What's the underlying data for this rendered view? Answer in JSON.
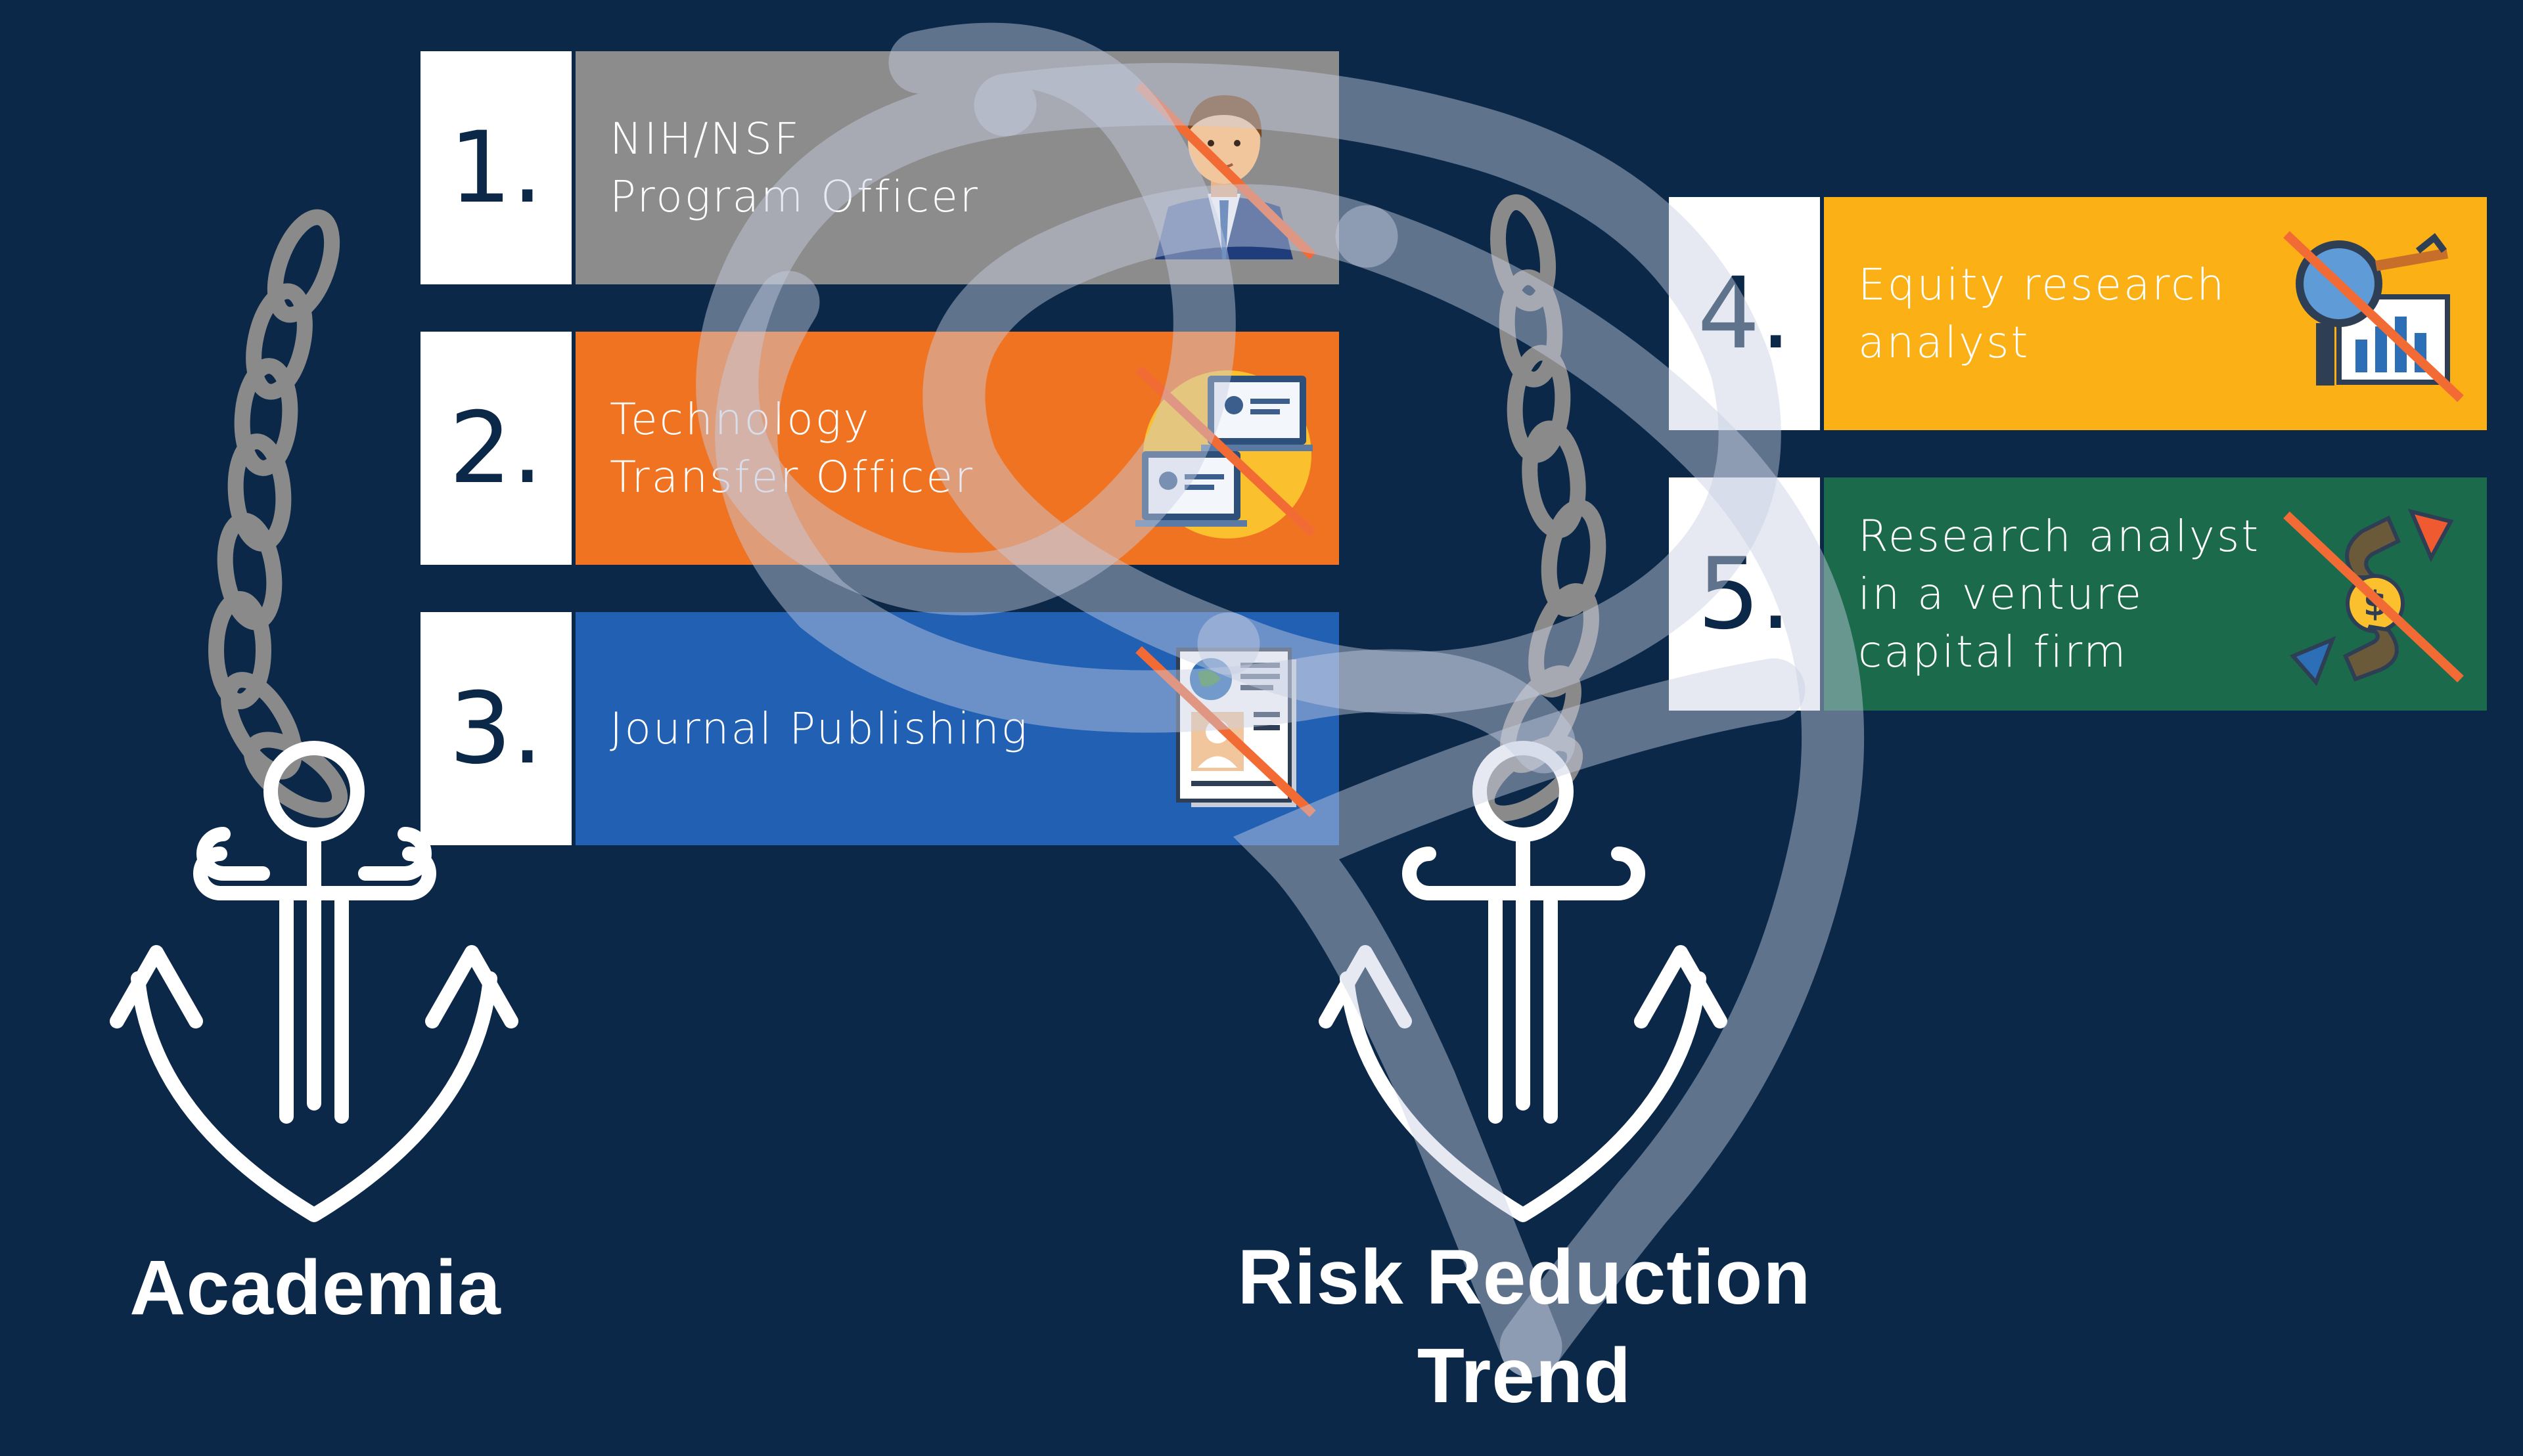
{
  "colors": {
    "background": "#0b2848",
    "card_1": "#8c8c8c",
    "card_2": "#f07322",
    "card_3": "#2160b2",
    "card_4": "#fbb116",
    "card_5": "#1b6a4b",
    "strike": "#f26b35",
    "knot_rope": "#b8bfd6",
    "chain": "#8a8a8a"
  },
  "cards": [
    {
      "number": "1.",
      "label": "NIH/NSF\nProgram Officer",
      "icon": "businessman-icon"
    },
    {
      "number": "2.",
      "label": "Technology\nTransfer Officer",
      "icon": "video-call-icon"
    },
    {
      "number": "3.",
      "label": "Journal Publishing",
      "icon": "newspaper-icon"
    },
    {
      "number": "4.",
      "label": "Equity research\nanalyst",
      "icon": "chart-analysis-icon"
    },
    {
      "number": "5.",
      "label": "Research analyst\nin a venture\ncapital firm",
      "icon": "money-exchange-icon"
    }
  ],
  "anchors": [
    {
      "label": "Academia",
      "icon": "anchor-icon"
    },
    {
      "label": "Risk Reduction\nTrend",
      "icon": "anchor-icon"
    }
  ]
}
